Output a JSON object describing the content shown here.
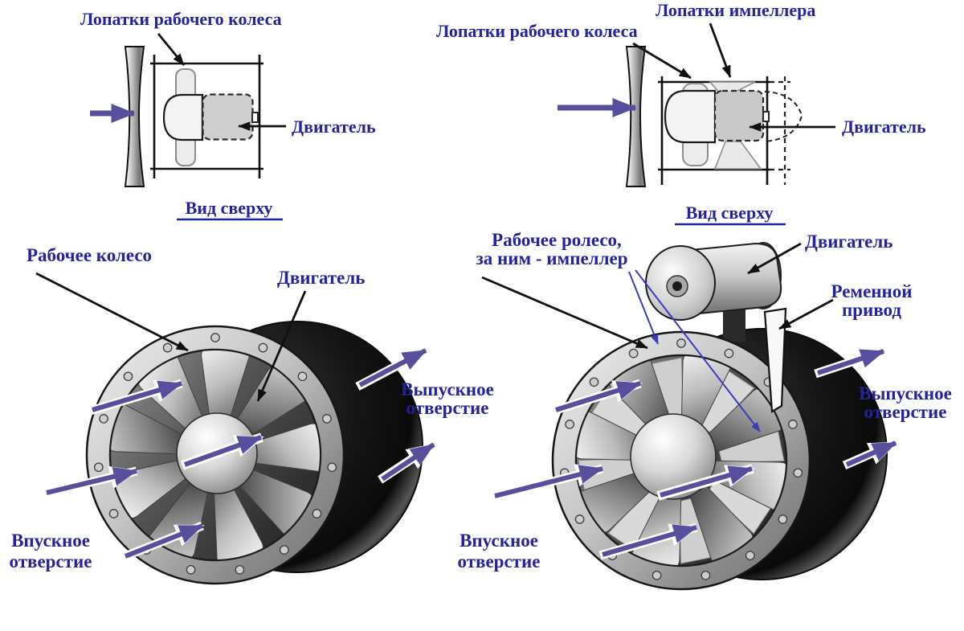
{
  "colors": {
    "label_blue": "#23239e",
    "flow_arrow_purple": "#574f9c",
    "leader_black": "#111111",
    "metal_light": "#d9d9d9",
    "metal_dark": "#1a1a1a"
  },
  "top_left_view": {
    "blades_label": "Лопатки рабочего колеса",
    "motor_label": "Двигатель",
    "caption": "Вид сверху"
  },
  "top_right_view": {
    "blades_label": "Лопатки рабочего колеса",
    "impeller_label": "Лопатки импеллера",
    "motor_label": "Двигатель",
    "caption": "Вид сверху"
  },
  "left_fan": {
    "wheel_label": "Рабочее колесо",
    "motor_label": "Двигатель",
    "outlet_line1": "Выпускное",
    "outlet_line2": "отверстие",
    "inlet_line1": "Впускное",
    "inlet_line2": "отверстие"
  },
  "right_fan": {
    "wheel_line1": "Рабочее ролесо,",
    "wheel_line2": "за ним - импеллер",
    "motor_label": "Двигатель",
    "belt_line1": "Ременной",
    "belt_line2": "привод",
    "outlet_line1": "Выпускное",
    "outlet_line2": "отверстие",
    "inlet_line1": "Впускное",
    "inlet_line2": "отверстие"
  }
}
